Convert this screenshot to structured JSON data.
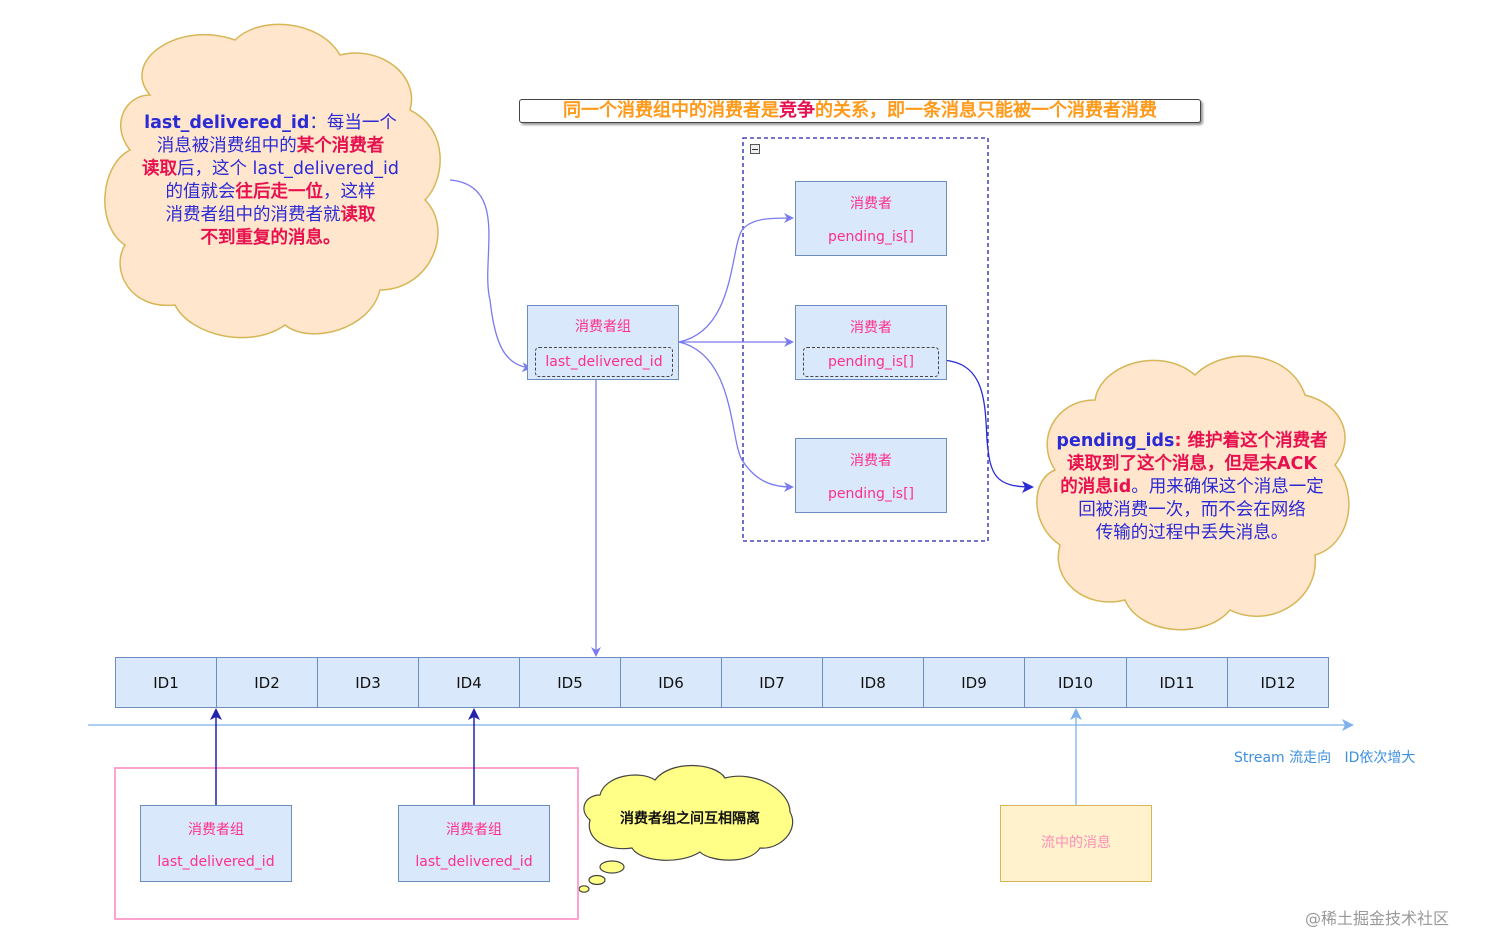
{
  "banner": {
    "pre": "同一个消费组中的消费者是",
    "emph": "竞争",
    "post": "的关系，即一条消息只能被一个消费者消费"
  },
  "cloud_left": {
    "line1_key": "last_delivered_id",
    "line1_rest": "：每当一个",
    "line2_pre": "消息被消费组中的",
    "line2_emph": "某个消费者",
    "line3_emph": "读取",
    "line3_rest": "后，这个 last_delivered_id",
    "line4_pre": "的值就会",
    "line4_emph": "往后走一位",
    "line4_post": "，这样",
    "line5_pre": "消费者组中的消费者就",
    "line5_emph": "读取",
    "line6": "不到重复的消息。"
  },
  "cloud_right": {
    "line1_key": "pending_ids",
    "line1_rest": ": 维护着这个消费者",
    "line2": "读取到了这个消息，但是未ACK",
    "line3_emph": "的消息id",
    "line3_rest": "。用来确保这个消息一定",
    "line4": "回被消费一次，而不会在网络",
    "line5": "传输的过程中丢失消息。"
  },
  "consumer_group_main": {
    "title": "消费者组",
    "field": "last_delivered_id"
  },
  "consumers": [
    {
      "title": "消费者",
      "field": "pending_is[]"
    },
    {
      "title": "消费者",
      "field": "pending_is[]"
    },
    {
      "title": "消费者",
      "field": "pending_is[]"
    }
  ],
  "collapse_icon": "minus-square-icon",
  "stream_ids": [
    "ID1",
    "ID2",
    "ID3",
    "ID4",
    "ID5",
    "ID6",
    "ID7",
    "ID8",
    "ID9",
    "ID10",
    "ID11",
    "ID12"
  ],
  "axis_label": "Stream 流走向   ID依次增大",
  "bottom_groups": [
    {
      "title": "消费者组",
      "field": "last_delivered_id"
    },
    {
      "title": "消费者组",
      "field": "last_delivered_id"
    }
  ],
  "thought_bubble": "消费者组之间互相隔离",
  "message_box": "流中的消息",
  "watermark": "@稀土掘金技术社区",
  "colors": {
    "box_fill": "#dae8fc",
    "box_border": "#6c8ebf",
    "pink_text": "#ff2f8a",
    "cloud_fill": "#ffe6cc",
    "cloud_border": "#d6b656",
    "arrow": "#7b7bf0",
    "axis": "#7fb2ea",
    "isolation_border": "#ff99c8",
    "message_fill": "#fff2cc",
    "message_border": "#d6b656",
    "bubble_fill": "#ffff88"
  }
}
